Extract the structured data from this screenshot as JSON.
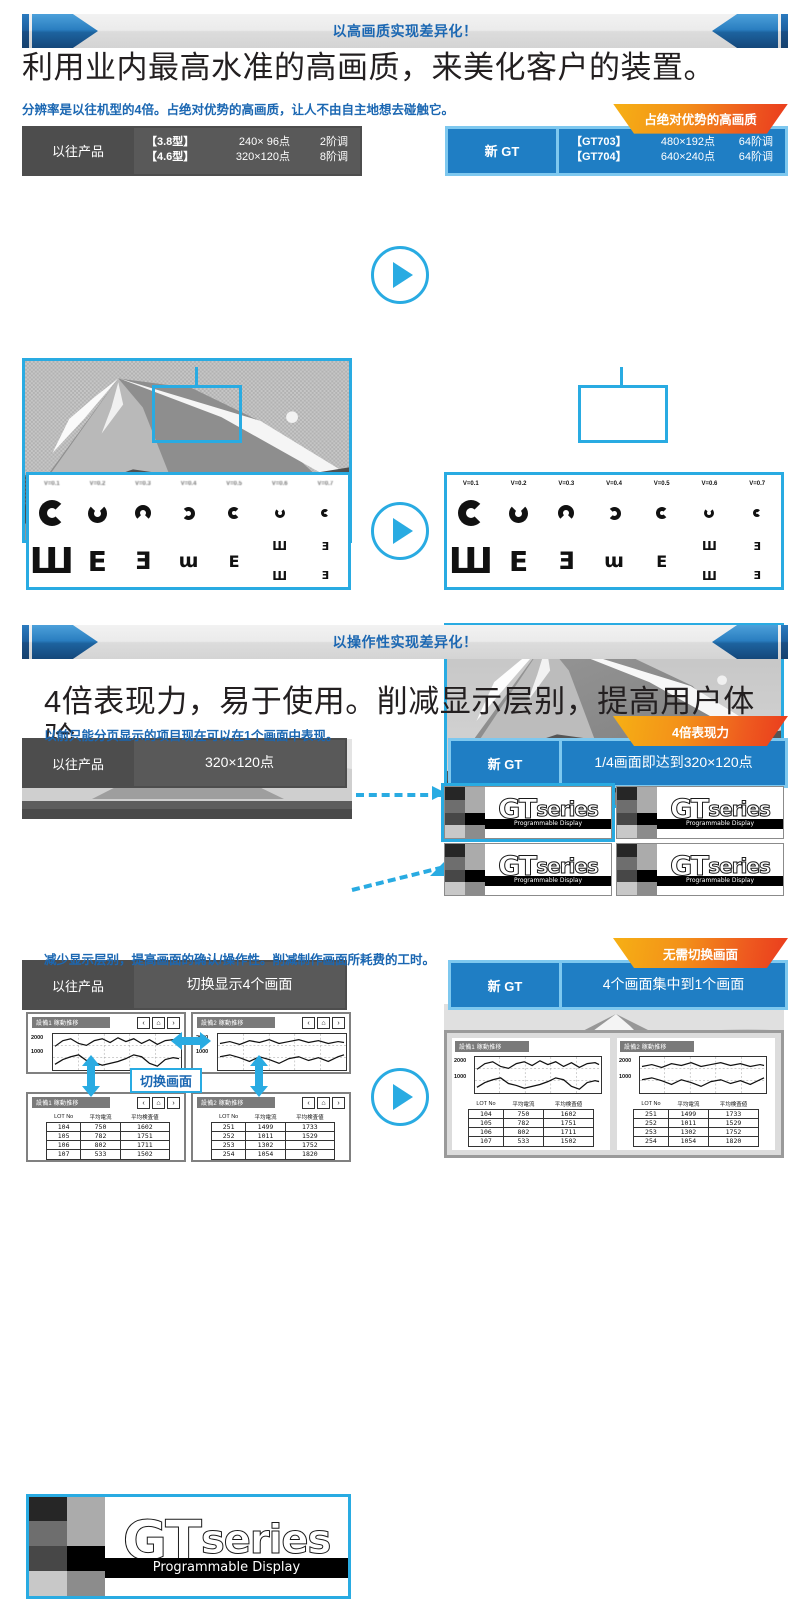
{
  "sections": [
    {
      "banner_title": "以高画质实现差异化！",
      "headline": "利用业内最高水准的高画质，来美化客户的装置。",
      "lead": "分辨率是以往机型的4倍。占绝对优势的高画质，让人不由自主地想去碰触它。",
      "ribbon": "占绝对优势的高画质",
      "old": {
        "tag": "以往产品",
        "lines": [
          {
            "model": "【3.8型】",
            "res": "240× 96点",
            "grad": "2阶调"
          },
          {
            "model": "【4.6型】",
            "res": "320×120点",
            "grad": "8阶调"
          }
        ]
      },
      "new": {
        "tag": "新 GT",
        "lines": [
          {
            "model": "【GT703】",
            "res": "480×192点",
            "grad": "64阶调"
          },
          {
            "model": "【GT704】",
            "res": "640×240点",
            "grad": "64阶调"
          }
        ]
      }
    },
    {
      "banner_title": "以操作性实现差异化！",
      "headline": "4倍表现力，易于使用。削减显示层别，提高用户体验。",
      "lead": "以前只能分页显示的项目现在可以在1个画面中表现。",
      "ribbon": "4倍表现力",
      "old": {
        "tag": "以往产品",
        "value": "320×120点"
      },
      "new": {
        "tag": "新 GT",
        "value": "1/4画面即达到320×120点"
      }
    }
  ],
  "block3": {
    "lead": "减少显示层别，提高画面的确认/操作性。削减制作画面所耗费的工时。",
    "ribbon": "无需切换画面",
    "old": {
      "tag": "以往产品",
      "value": "切换显示4个画面"
    },
    "new": {
      "tag": "新 GT",
      "value": "4个画面集中到1个画面"
    }
  },
  "eye_chart": {
    "v_labels": [
      "V=0.1",
      "V=0.2",
      "V=0.3",
      "V=0.4",
      "V=0.5",
      "V=0.6",
      "V=0.7"
    ],
    "e_chars": [
      "Ш",
      "E",
      "Ǝ",
      "ɯ",
      "E",
      "Ш",
      "Ǝ"
    ]
  },
  "gt_logo": {
    "title": "GTseries",
    "gt": "GT",
    "series": "series",
    "caption": "Programmable Display"
  },
  "switch_label": "切换画面",
  "monitors": {
    "old": [
      {
        "title": "設備1 稼動推移",
        "kind": "graph"
      },
      {
        "title": "設備2 稼動推移",
        "kind": "graph"
      },
      {
        "title": "設備1 稼動推移",
        "kind": "table"
      },
      {
        "title": "設備2 稼動推移",
        "kind": "table"
      }
    ],
    "new": [
      {
        "title": "設備1 稼動推移"
      },
      {
        "title": "設備2 稼動推移"
      }
    ],
    "nav": [
      "‹",
      "⌂",
      "›"
    ],
    "y_labels": [
      "2000",
      "1000"
    ],
    "table_headers": [
      "LOT No",
      "平均電流",
      "平均検査値"
    ],
    "table_a": [
      [
        "104",
        "750",
        "1602"
      ],
      [
        "105",
        "782",
        "1751"
      ],
      [
        "106",
        "802",
        "1711"
      ],
      [
        "107",
        "533",
        "1502"
      ]
    ],
    "table_b": [
      [
        "251",
        "1499",
        "1733"
      ],
      [
        "252",
        "1011",
        "1529"
      ],
      [
        "253",
        "1302",
        "1752"
      ],
      [
        "254",
        "1054",
        "1820"
      ]
    ]
  },
  "colors": {
    "accent_blue": "#29abe2",
    "brand_blue": "#1f7ec4",
    "text_blue": "#1b67b2",
    "dark_gray": "#4d4d4d",
    "ribbon_start": "#f6b014",
    "ribbon_end": "#ea3b1d"
  }
}
